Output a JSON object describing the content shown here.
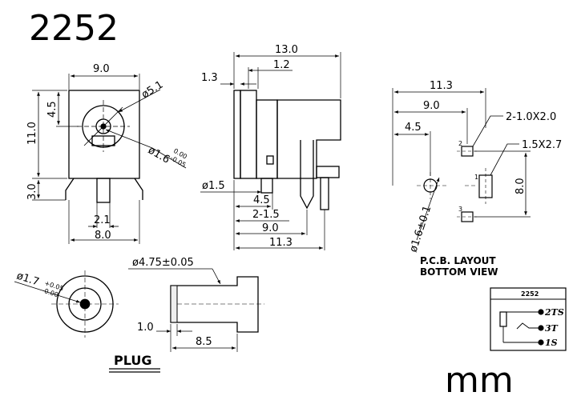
{
  "title": "2252",
  "unit": "mm",
  "front_view": {
    "width": "9.0",
    "height": "11.0",
    "upper": "4.5",
    "pin_len": "3.0",
    "hole_dia": "ø5.1",
    "pin_dia": "ø1.6",
    "pin_tol_plus": "0.00",
    "pin_tol_minus": "-0.05",
    "pin_pitch": "2.1",
    "base_width": "8.0"
  },
  "side_view": {
    "total_len": "13.0",
    "front_len": "1.2",
    "flange": "1.3",
    "pin_dia": "ø1.5",
    "d1": "4.5",
    "d2": "2-1.5",
    "d3": "9.0",
    "d4": "11.3"
  },
  "pcb_layout": {
    "total": "11.3",
    "d9": "9.0",
    "d45": "4.5",
    "hole_dia": "ø1.6±0.1",
    "slot1": "2-1.0X2.0",
    "slot2": "1.5X2.7",
    "height": "8.0",
    "pad1": "1",
    "pad2": "2",
    "pad3": "3",
    "caption_line1": "P.C.B. LAYOUT",
    "caption_line2": "BOTTOM VIEW"
  },
  "plug": {
    "label": "PLUG",
    "inner_dia": "ø1.7",
    "inner_tol_plus": "+0.05",
    "inner_tol_minus": "-0.00",
    "outer_dia": "ø4.75±0.05",
    "tip": "1.0",
    "length": "8.5"
  },
  "schematic": {
    "title": "2252",
    "pin_a": "2TS",
    "pin_b": "3T",
    "pin_c": "1S"
  }
}
